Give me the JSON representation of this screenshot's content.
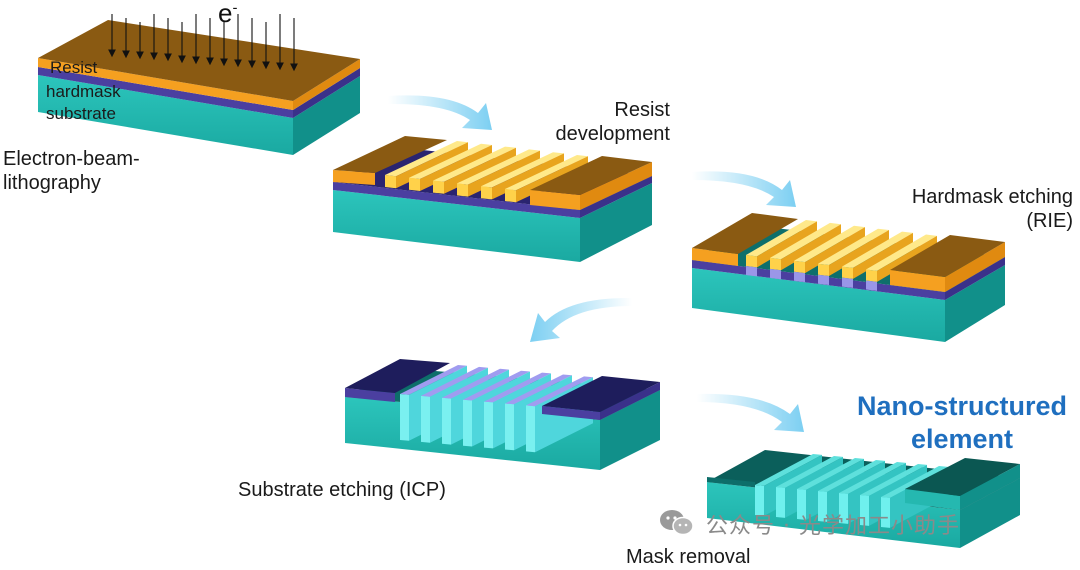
{
  "labels": {
    "electron": "e",
    "electron_sup": "-",
    "resist": "Resist",
    "hardmask": "hardmask",
    "substrate": "substrate",
    "step1_line1": "Electron-beam-",
    "step1_line2": "lithography",
    "step2_line1": "Resist",
    "step2_line2": "development",
    "step3_line1": "Hardmask etching",
    "step3_line2": "(RIE)",
    "step4": "Substrate etching (ICP)",
    "step5": "Mask removal",
    "final_line1": "Nano-structured",
    "final_line2": "element"
  },
  "watermark": "公众号 · 光学加工小助手",
  "colors": {
    "resist_top": "#8a5a10",
    "resist_front": "#f5a020",
    "resist_bright": "#ffe066",
    "hardmask": "#4b3fa0",
    "hardmask_top": "#1e1d5c",
    "hardmask_light": "#9a96e8",
    "substrate_front": "#25b8b0",
    "substrate_side": "#108c86",
    "substrate_top": "#0d6e6a",
    "arrow": "#8fd8f5",
    "final_text": "#1f6fbf"
  }
}
